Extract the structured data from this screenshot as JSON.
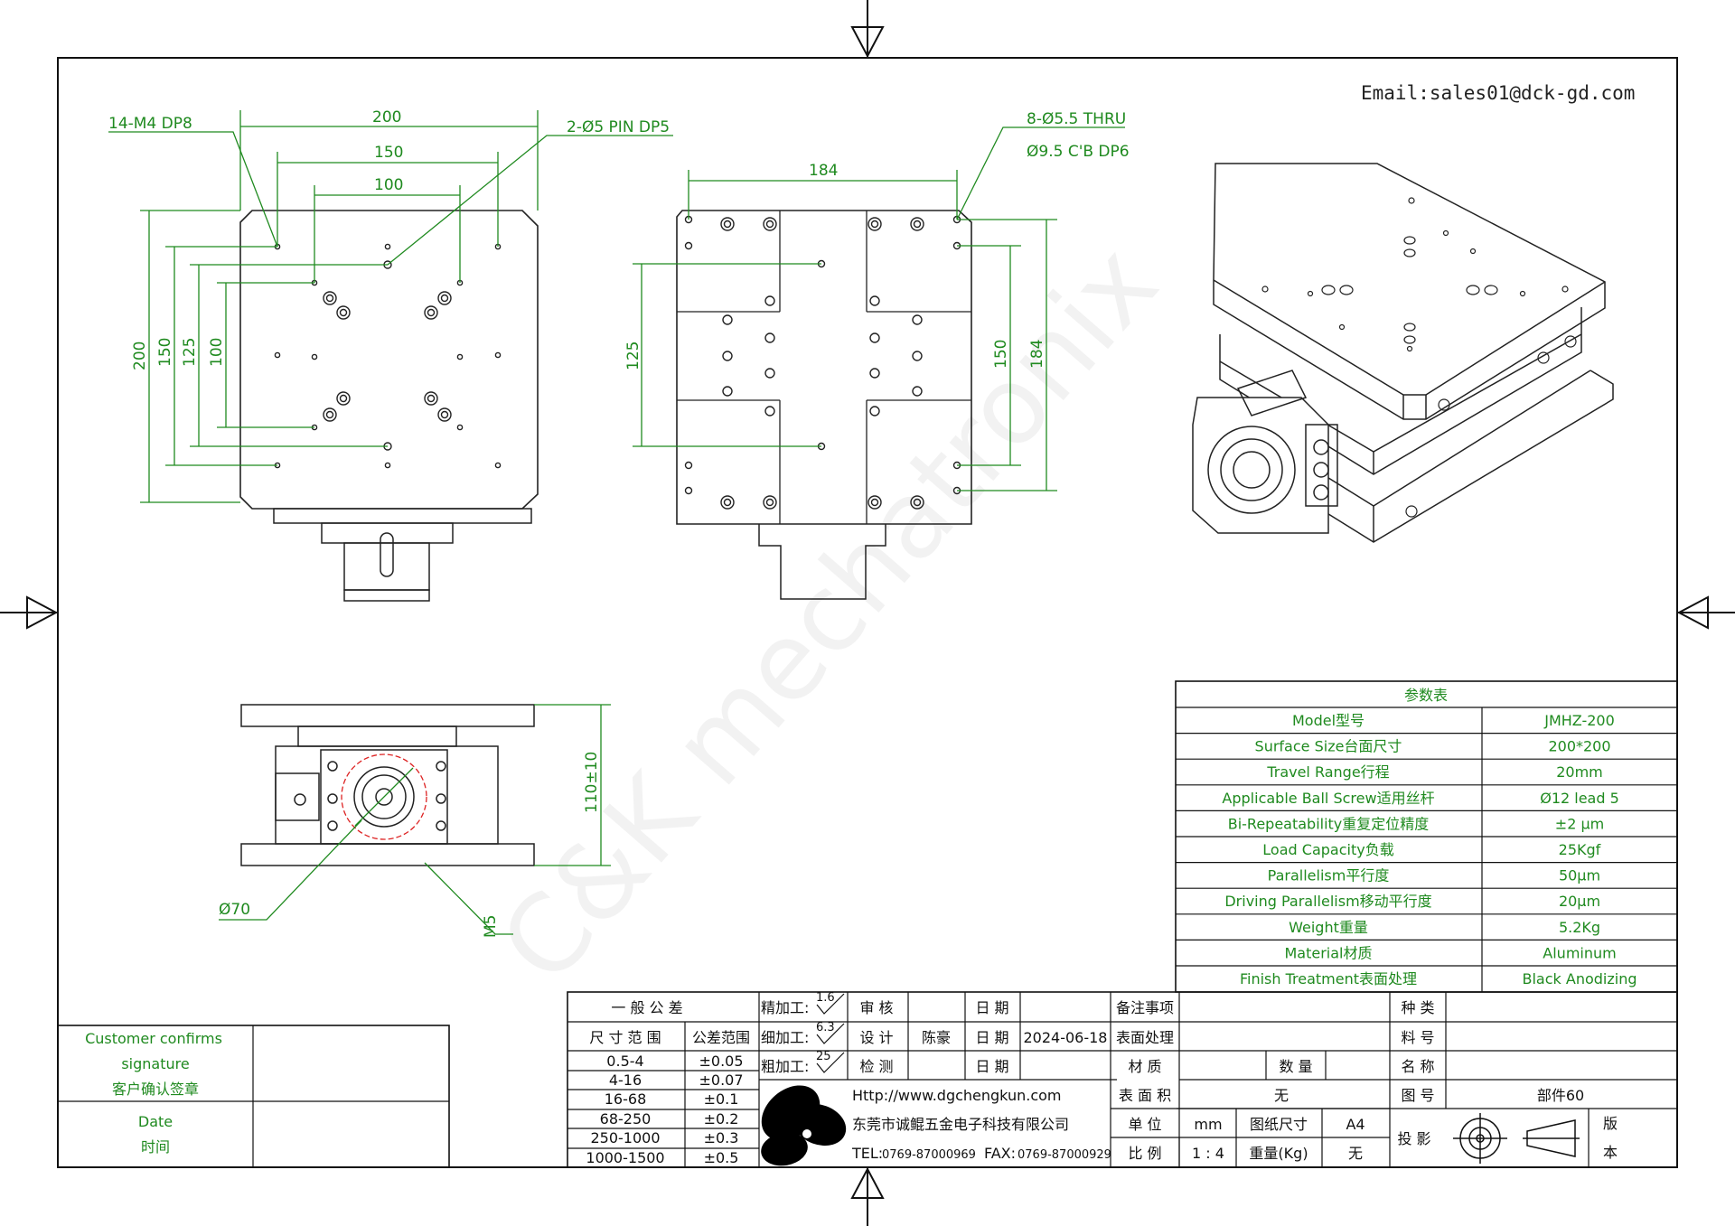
{
  "header": {
    "email": "Email:sales01@dck-gd.com"
  },
  "watermark": "C&K mechatronix",
  "top_view": {
    "dims": {
      "w200": "200",
      "w150": "150",
      "w100": "100",
      "h200": "200",
      "h150": "150",
      "h125": "125",
      "h100": "100"
    },
    "callouts": {
      "tapped": "14-M4 DP8",
      "pin": "2-Ø5 PIN DP5"
    }
  },
  "base_view": {
    "dims": {
      "w184": "184",
      "h125": "125",
      "h150": "150",
      "h184": "184"
    },
    "callouts": {
      "thru": "8-Ø5.5 THRU",
      "cbore": "Ø9.5 C'B DP6"
    }
  },
  "front_view": {
    "dims": {
      "height": "110±10"
    },
    "callouts": {
      "circle": "Ø70",
      "thread": "M5"
    }
  },
  "param_table": {
    "title": "参数表",
    "rows": [
      {
        "label": "Model型号",
        "value": "JMHZ-200"
      },
      {
        "label": "Surface Size台面尺寸",
        "value": "200*200"
      },
      {
        "label": "Travel Range行程",
        "value": "20mm"
      },
      {
        "label": "Applicable Ball Screw适用丝杆",
        "value": "Ø12 lead 5"
      },
      {
        "label": "Bi-Repeatability重复定位精度",
        "value": "±2 μm"
      },
      {
        "label": "Load Capacity负载",
        "value": "25Kgf"
      },
      {
        "label": "Parallelism平行度",
        "value": "50μm"
      },
      {
        "label": "Driving Parallelism移动平行度",
        "value": "20μm"
      },
      {
        "label": "Weight重量",
        "value": "5.2Kg"
      },
      {
        "label": "Material材质",
        "value": "Aluminum"
      },
      {
        "label": "Finish Treatment表面处理",
        "value": "Black Anodizing"
      }
    ]
  },
  "customer_box": {
    "confirm_en1": "Customer confirms",
    "confirm_en2": "signature",
    "confirm_cn": "客户确认签章",
    "date_en": "Date",
    "date_cn": "时间"
  },
  "title_block": {
    "tolerance_header": "一 般 公 差",
    "size_range": "尺 寸 范 围",
    "tol_range": "公差范围",
    "tolerances": [
      {
        "range": "0.5-4",
        "tol": "±0.05"
      },
      {
        "range": "4-16",
        "tol": "±0.07"
      },
      {
        "range": "16-68",
        "tol": "±0.1"
      },
      {
        "range": "68-250",
        "tol": "±0.2"
      },
      {
        "range": "250-1000",
        "tol": "±0.3"
      },
      {
        "range": "1000-1500",
        "tol": "±0.5"
      }
    ],
    "finish_fine": "精加工:",
    "finish_medium": "细加工:",
    "finish_rough": "粗加工:",
    "finish_fine_ra": "1.6",
    "finish_medium_ra": "6.3",
    "finish_rough_ra": "25",
    "review": "审 核",
    "design": "设 计",
    "inspect": "检 测",
    "designer": "陈豪",
    "date_label": "日 期",
    "date_value": "2024-06-18",
    "remarks": "备注事项",
    "surface_treat": "表面处理",
    "material": "材  质",
    "surface_area": "表 面 积",
    "unit": "单  位",
    "scale": "比  例",
    "quantity": "数 量",
    "surface_area_value": "无",
    "unit_value": "mm",
    "paper_size_label": "图纸尺寸",
    "paper_size_value": "A4",
    "scale_value": "1 : 4",
    "weight_label": "重量(Kg)",
    "weight_value": "无",
    "kind": "种 类",
    "part_no": "料 号",
    "name": "名 称",
    "drawing_no": "图 号",
    "drawing_no_value": "部件60",
    "projection": "投 影",
    "version_1": "版",
    "version_2": "本",
    "url": "Http://www.dgchengkun.com",
    "company": "东莞市诚鲲五金电子科技有限公司",
    "tel_label": "TEL:",
    "tel": "0769-87000969",
    "fax_label": "FAX:",
    "fax": "0769-87000929"
  }
}
